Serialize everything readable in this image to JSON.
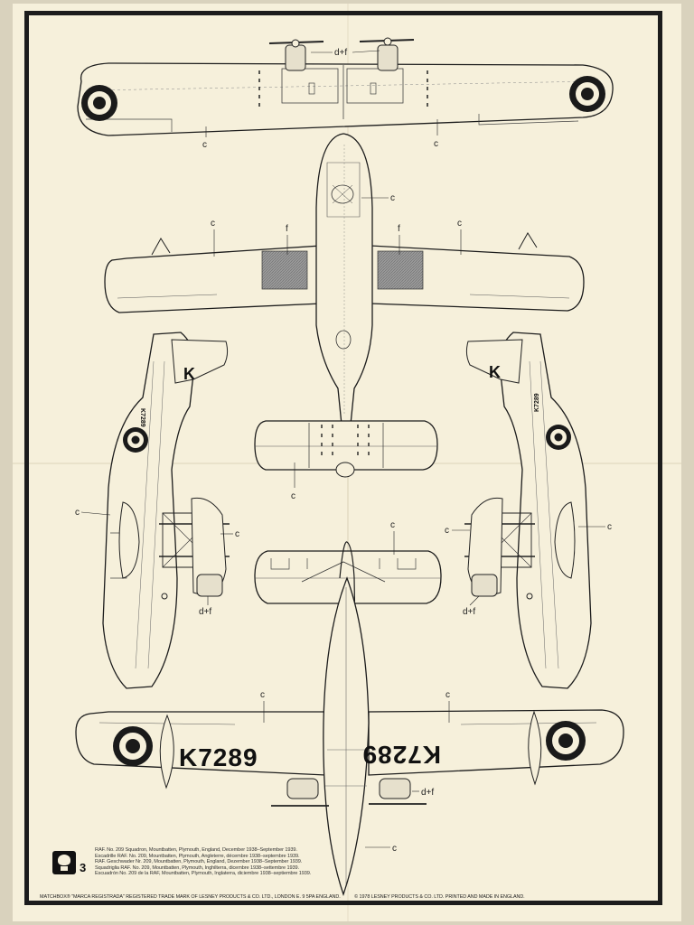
{
  "labels": {
    "c": "c",
    "f": "f",
    "df": "d+f"
  },
  "aircraft": {
    "serial": "K7289",
    "code_letter": "K",
    "serial_side": "K7289"
  },
  "sheet_number": "3",
  "legend": [
    "RAF. No. 209 Squadron, Mountbatten, Plymouth, England, December 1938–September 1939.",
    "Escadrille RAF. No. 209, Mountbatten, Plymouth, Angleterre, décembre 1938–septembre 1939.",
    "RAF. Geschwader Nr. 209, Mountbatten, Plymouth, England, Dezember 1938–September 1939.",
    "Squadriglia RAF. No. 209, Mountbatten, Plymouth, Inghilterra, dicembre 1938–settembre 1939.",
    "Escuadrón No. 209 de la RAF, Mountbatten, Plymouth, Inglaterra, diciembre 1938–septiembre 1939."
  ],
  "footer": {
    "trademark": "MATCHBOX® \"MARCA REGISTRADA\" REGISTERED TRADE MARK OF LESNEY PRODUCTS & CO. LTD., LONDON E. 9 5PA ENGLAND.",
    "copyright": "© 1978 LESNEY PRODUCTS & CO. LTD. PRINTED AND MADE IN ENGLAND."
  },
  "colors": {
    "ink": "#1c1c1c",
    "paper": "#f6f0db",
    "panel_grey": "#9a9a9a"
  }
}
